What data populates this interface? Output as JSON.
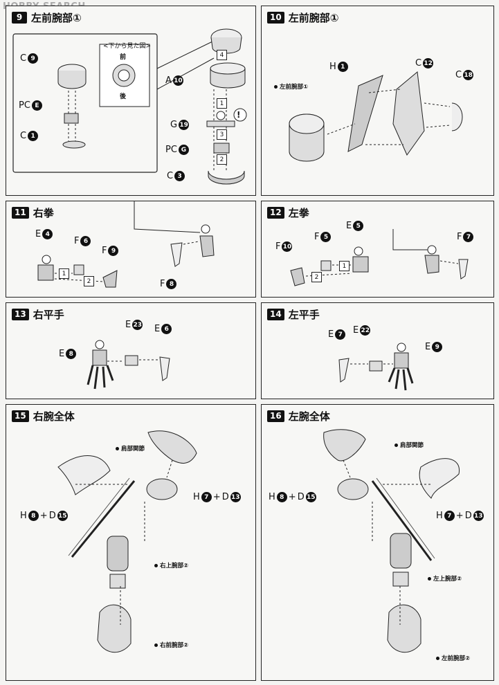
{
  "watermark": "HOBBY SEARCH",
  "panels": {
    "p9": {
      "num": "9",
      "title": "左前腕部①",
      "inset_title": "<下から見た図>",
      "inset_front": "前",
      "inset_back": "後",
      "labels": {
        "c9": "C",
        "c9n": "9",
        "pce": "PC",
        "pcen": "E",
        "c1": "C",
        "c1n": "1",
        "a10": "A",
        "a10n": "10",
        "g19": "G",
        "g19n": "19",
        "pcg": "PC",
        "pcgn": "G",
        "c3": "C",
        "c3n": "3"
      },
      "steps": [
        "4",
        "1",
        "3",
        "2"
      ],
      "warn": "!"
    },
    "p10": {
      "num": "10",
      "title": "左前腕部①",
      "ref": "左前腕部①",
      "labels": {
        "h1": "H",
        "h1n": "1",
        "c12": "C",
        "c12n": "12",
        "c18": "C",
        "c18n": "18"
      }
    },
    "p11": {
      "num": "11",
      "title": "右拳",
      "labels": {
        "e4": "E",
        "e4n": "4",
        "f6": "F",
        "f6n": "6",
        "f9": "F",
        "f9n": "9",
        "f8": "F",
        "f8n": "8"
      },
      "steps": [
        "1",
        "2"
      ]
    },
    "p12": {
      "num": "12",
      "title": "左拳",
      "labels": {
        "e5": "E",
        "e5n": "5",
        "f5": "F",
        "f5n": "5",
        "f10": "F",
        "f10n": "10",
        "f7": "F",
        "f7n": "7"
      },
      "steps": [
        "1",
        "2"
      ]
    },
    "p13": {
      "num": "13",
      "title": "右平手",
      "labels": {
        "e23": "E",
        "e23n": "23",
        "e6": "E",
        "e6n": "6",
        "e8": "E",
        "e8n": "8"
      }
    },
    "p14": {
      "num": "14",
      "title": "左平手",
      "labels": {
        "e7": "E",
        "e7n": "7",
        "e22": "E",
        "e22n": "22",
        "e9": "E",
        "e9n": "9"
      }
    },
    "p15": {
      "num": "15",
      "title": "右腕全体",
      "shoulder": "肩部関節",
      "upper": "右上腕部②",
      "fore": "右前腕部②",
      "combo1_a": "H",
      "combo1_an": "7",
      "combo1_b": "D",
      "combo1_bn": "13",
      "combo2_a": "H",
      "combo2_an": "8",
      "combo2_b": "D",
      "combo2_bn": "15",
      "plus": "+"
    },
    "p16": {
      "num": "16",
      "title": "左腕全体",
      "shoulder": "肩部関節",
      "upper": "左上腕部②",
      "fore": "左前腕部②",
      "combo1_a": "H",
      "combo1_an": "8",
      "combo1_b": "D",
      "combo1_bn": "15",
      "combo2_a": "H",
      "combo2_an": "7",
      "combo2_b": "D",
      "combo2_bn": "13",
      "plus": "+"
    }
  }
}
